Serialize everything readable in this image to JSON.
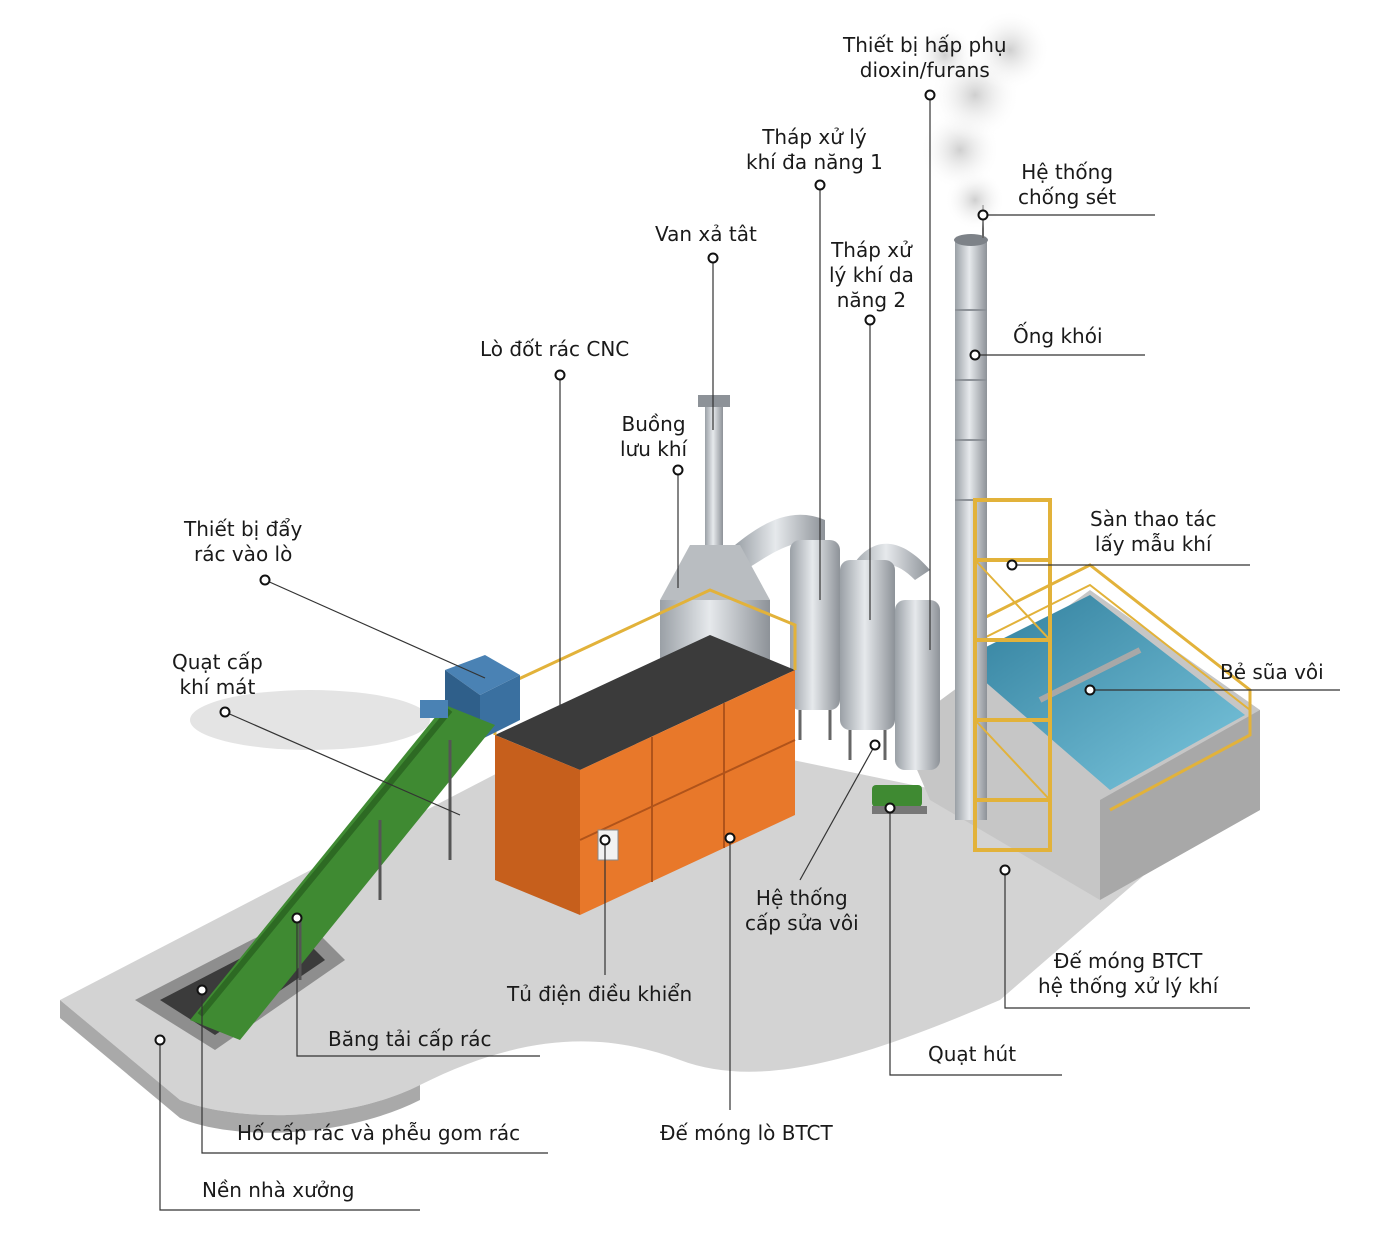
{
  "colors": {
    "leader": "#333333",
    "furnace": "#e8782a",
    "conveyor": "#3f8a32",
    "railing": "#e2b23a",
    "steel": "#c9cdd1",
    "concrete": "#cfcfcf",
    "water": "#4aa3c2"
  },
  "labels": {
    "dioxin_adsorber": "Thiết bị hấp phụ\ndioxin/furans",
    "lightning_rod": "Hệ thống\nchống sét",
    "scrubber_1": "Tháp xử lý\nkhí đa năng 1",
    "vent_valve": "Van xả tât",
    "scrubber_2": "Tháp xử\nlý khí da\nnăng 2",
    "chimney": "Ống khói",
    "incinerator": "Lò đốt rác CNC",
    "gas_chamber": "Buồng\nlưu khí",
    "sampling_platform": "Sàn thao tác\nlấy mẫu khí",
    "waste_pusher": "Thiết bị đẩy\nrác vào lò",
    "cooling_fan": "Quạt cấp\nkhí mát",
    "lime_tank": "Bẻ sũa vôi",
    "lime_supply": "Hệ thống\ncấp sửa vôi",
    "treatment_foundation": "Đế móng BTCT\nhệ thống xử lý khí",
    "control_panel": "Tủ điện điều khiển",
    "waste_conveyor": "Băng tải cấp rác",
    "exhaust_fan": "Quạt hút",
    "feed_pit": "Hố cấp rác và phễu gom rác",
    "furnace_foundation": "Đế móng lò BTCT",
    "factory_floor": "Nền nhà xưởng"
  }
}
